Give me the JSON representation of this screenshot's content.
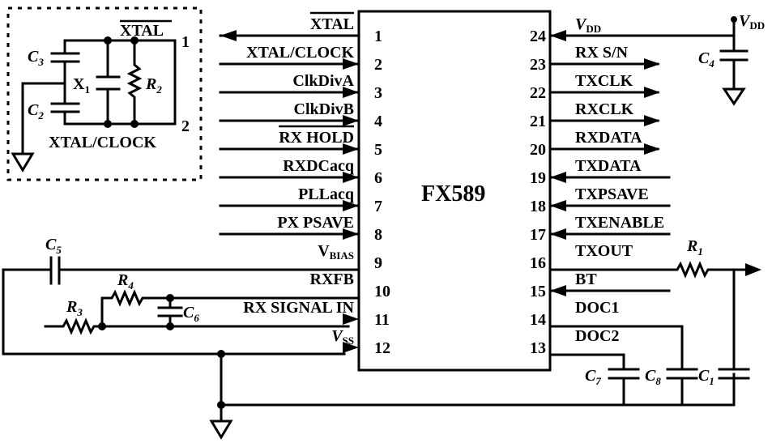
{
  "chip": {
    "name": "FX589"
  },
  "left_pins": [
    {
      "num": "1",
      "label": "XTAL",
      "overline": true,
      "dir": "out"
    },
    {
      "num": "2",
      "label": "XTAL/CLOCK",
      "overline": false,
      "dir": "in"
    },
    {
      "num": "3",
      "label": "ClkDivA",
      "overline": false,
      "dir": "in"
    },
    {
      "num": "4",
      "label": "ClkDivB",
      "overline": false,
      "dir": "in"
    },
    {
      "num": "5",
      "label": "RX HOLD",
      "overline": true,
      "dir": "in"
    },
    {
      "num": "6",
      "label": "RXDCacq",
      "overline": false,
      "dir": "in"
    },
    {
      "num": "7",
      "label": "PLLacq",
      "overline": false,
      "dir": "in"
    },
    {
      "num": "8",
      "label": "PX PSAVE",
      "overline": false,
      "dir": "in"
    },
    {
      "num": "9",
      "label": "V",
      "sub": "BIAS",
      "dir": "none"
    },
    {
      "num": "10",
      "label": "RXFB",
      "dir": "none"
    },
    {
      "num": "11",
      "label": "RX SIGNAL IN",
      "dir": "in"
    },
    {
      "num": "12",
      "label": "V",
      "sub": "SS",
      "italic": true,
      "dir": "in"
    }
  ],
  "right_pins": [
    {
      "num": "24",
      "label": "V",
      "sub": "DD",
      "italic": true,
      "dir": "in"
    },
    {
      "num": "23",
      "label": "RX S/N",
      "dir": "out"
    },
    {
      "num": "22",
      "label": "TXCLK",
      "dir": "out"
    },
    {
      "num": "21",
      "label": "RXCLK",
      "dir": "out"
    },
    {
      "num": "20",
      "label": "RXDATA",
      "dir": "out"
    },
    {
      "num": "19",
      "label": "TXDATA",
      "dir": "in"
    },
    {
      "num": "18",
      "label": "TXPSAVE",
      "dir": "in"
    },
    {
      "num": "17",
      "label": "TXENABLE",
      "dir": "in"
    },
    {
      "num": "16",
      "label": "TXOUT",
      "dir": "none"
    },
    {
      "num": "15",
      "label": "BT",
      "dir": "in"
    },
    {
      "num": "14",
      "label": "DOC1",
      "dir": "none"
    },
    {
      "num": "13",
      "label": "DOC2",
      "dir": "none"
    }
  ],
  "components": {
    "C1": "C",
    "C1s": "1",
    "C2": "C",
    "C2s": "2",
    "C3": "C",
    "C3s": "3",
    "C4": "C",
    "C4s": "4",
    "C5": "C",
    "C5s": "5",
    "C6": "C",
    "C6s": "6",
    "C7": "C",
    "C7s": "7",
    "C8": "C",
    "C8s": "8",
    "R1": "R",
    "R1s": "1",
    "R2": "R",
    "R2s": "2",
    "R3": "R",
    "R3s": "3",
    "R4": "R",
    "R4s": "4",
    "X1": "X",
    "X1s": "1"
  },
  "inset": {
    "top_label": "XTAL",
    "bottom_label": "XTAL/CLOCK",
    "pin1": "1",
    "pin2": "2"
  },
  "vdd": {
    "label": "V",
    "sub": "DD"
  }
}
